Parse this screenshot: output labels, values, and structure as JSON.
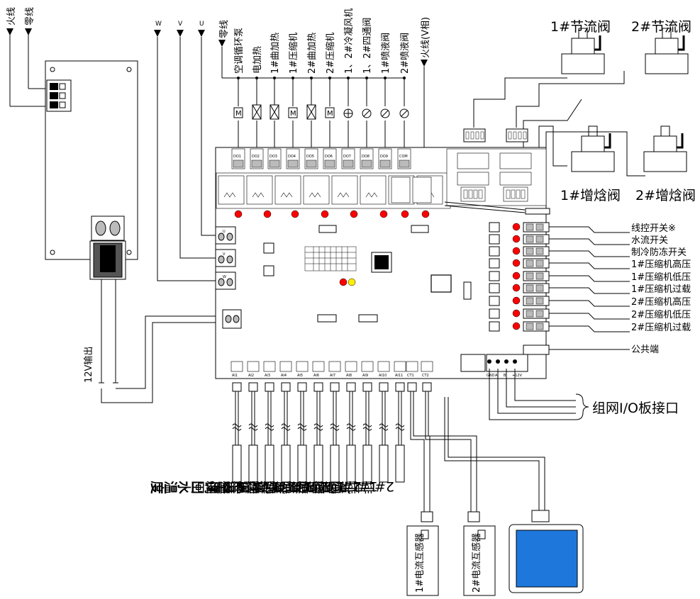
{
  "top_power": {
    "live_wire": "火线",
    "neutral_wire": "零线",
    "phase_w": "W",
    "phase_v": "V",
    "phase_u": "U",
    "neutral_wire_2": "零线",
    "live_wire_v": "火线(V相)"
  },
  "loads": [
    {
      "label": "空调循环泵",
      "symbol": "M"
    },
    {
      "label": "电加热",
      "symbol": "X"
    },
    {
      "label": "1#曲加热",
      "symbol": "X"
    },
    {
      "label": "1#压缩机",
      "symbol": "M"
    },
    {
      "label": "2#曲加热",
      "symbol": "X"
    },
    {
      "label": "2#压缩机",
      "symbol": "M"
    },
    {
      "label": "1、2#冷凝风机",
      "symbol": "fan"
    },
    {
      "label": "1、2#四通阀",
      "symbol": "valve"
    },
    {
      "label": "1#喷液阀",
      "symbol": "valve"
    },
    {
      "label": "2#喷液阀",
      "symbol": "valve"
    }
  ],
  "relay_codes": [
    "DO1",
    "DO2",
    "DO3",
    "DO4",
    "DO5",
    "DO6",
    "DO7",
    "DO8",
    "DO9",
    "COM"
  ],
  "valves": {
    "throttle_1": "1#节流阀",
    "throttle_2": "2#节流阀",
    "enthalpy_1": "1#增焓阀",
    "enthalpy_2": "2#增焓阀"
  },
  "inputs": [
    "线控开关※",
    "水流开关",
    "制冷防冻开关",
    "1#压缩机高压",
    "1#压缩机低压",
    "1#压缩机过载",
    "2#压缩机高压",
    "2#压缩机低压",
    "2#压缩机过载",
    "公共端"
  ],
  "motor_terminals": [
    "U",
    "V",
    "W"
  ],
  "power_out_label": "12V输出",
  "io_header": {
    "label": "组网I/O板接口",
    "pins": [
      "GND",
      "A",
      "B",
      "+12V"
    ]
  },
  "ai_codes": [
    "AI1",
    "AI2",
    "AI3",
    "AI4",
    "AI5",
    "AI6",
    "AI7",
    "AI8",
    "AI9",
    "AI10",
    "AI11",
    "CT1",
    "CT2"
  ],
  "sensors": [
    "空调出水温度",
    "※空调回水温度",
    "环境温度",
    "1#翅片温度",
    "2#翅片温度",
    "1#吸气温度",
    "2#吸气温度",
    "1#阀后温度",
    "2#阀后温度",
    "1#排气温度",
    "2#排气温度"
  ],
  "ct_sensors": [
    "1#电流互感器",
    "2#电流互感器"
  ],
  "colors": {
    "led_red": "#ff0000",
    "led_yellow": "#ffee00",
    "screen_blue": "#1e78dc",
    "line": "#000000"
  }
}
